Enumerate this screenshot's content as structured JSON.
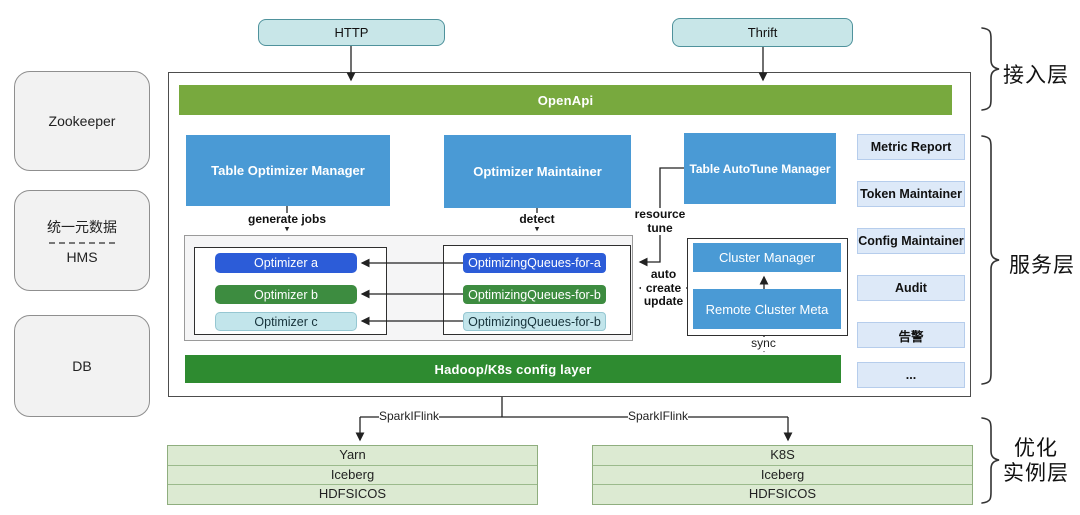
{
  "nodes": {
    "http": "HTTP",
    "thrift": "Thrift"
  },
  "external": {
    "zookeeper": "Zookeeper",
    "unified_metadata": "统一元数据",
    "hms": "HMS",
    "db": "DB"
  },
  "layers": {
    "access": "接入层",
    "service": "服务层",
    "optimize_instance": [
      "优化",
      "实例层"
    ]
  },
  "openapi": {
    "label": "OpenApi"
  },
  "managers": {
    "table_optimizer": "Table Optimizer Manager",
    "optimizer_maintainer": "Optimizer Maintainer",
    "table_autotune": "Table AutoTune Manager"
  },
  "optimizers": [
    "Optimizer a",
    "Optimizer b",
    "Optimizer c"
  ],
  "optimizing_queues": [
    "OptimizingQueues-for-a",
    "OptimizingQueues-for-b",
    "OptimizingQueues-for-b"
  ],
  "cluster": {
    "manager": "Cluster Manager",
    "remote_meta": "Remote Cluster Meta"
  },
  "service_items": [
    "Metric Report",
    "Token Maintainer",
    "Config Maintainer",
    "Audit",
    "告警",
    "..."
  ],
  "config_layer": {
    "label": "Hadoop/K8s config layer"
  },
  "edge_labels": {
    "generate_jobs": "generate jobs",
    "detect": "detect",
    "resource_tune": [
      "resource",
      "tune"
    ],
    "auto_create_update": [
      "auto",
      "create",
      "update"
    ],
    "sync": "sync",
    "spark_flink": "SparkIFlink"
  },
  "stacks": {
    "left": [
      "Yarn",
      "Iceberg",
      "HDFSICOS"
    ],
    "right": [
      "K8S",
      "Iceberg",
      "HDFSICOS"
    ]
  },
  "colors": {
    "openapi_green": "#78a93e",
    "config_green": "#2e8b30",
    "manager_blue": "#4a9ad5",
    "item_blue": "#2c5cd8",
    "item_green": "#3d8c40",
    "item_cyan": "#c2e5eb",
    "endpoint_cyan": "#c8e6e8",
    "service_item_fill": "#dde9f8",
    "stack_fill": "#dcead2"
  }
}
